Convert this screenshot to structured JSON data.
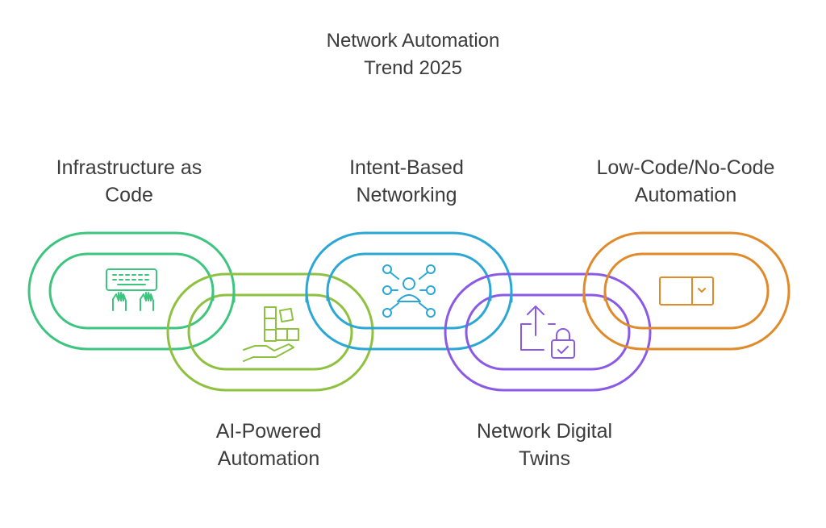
{
  "diagram": {
    "title_line1": "Network Automation",
    "title_line2": "Trend 2025",
    "links": [
      {
        "id": "iac",
        "line1": "Infrastructure as",
        "line2": "Code",
        "color": "#3dc57f",
        "icon": "keyboard-hands-icon"
      },
      {
        "id": "ai",
        "line1": "AI-Powered",
        "line2": "Automation",
        "color": "#8dc13f",
        "icon": "hand-blocks-icon"
      },
      {
        "id": "ibn",
        "line1": "Intent-Based",
        "line2": "Networking",
        "color": "#2ba7d6",
        "icon": "network-hub-icon"
      },
      {
        "id": "ndt",
        "line1": "Network Digital",
        "line2": "Twins",
        "color": "#8a5ae6",
        "icon": "share-lock-icon"
      },
      {
        "id": "lc",
        "line1": "Low-Code/No-Code",
        "line2": "Automation",
        "color": "#e08a2a",
        "icon": "dropdown-select-icon"
      }
    ]
  }
}
